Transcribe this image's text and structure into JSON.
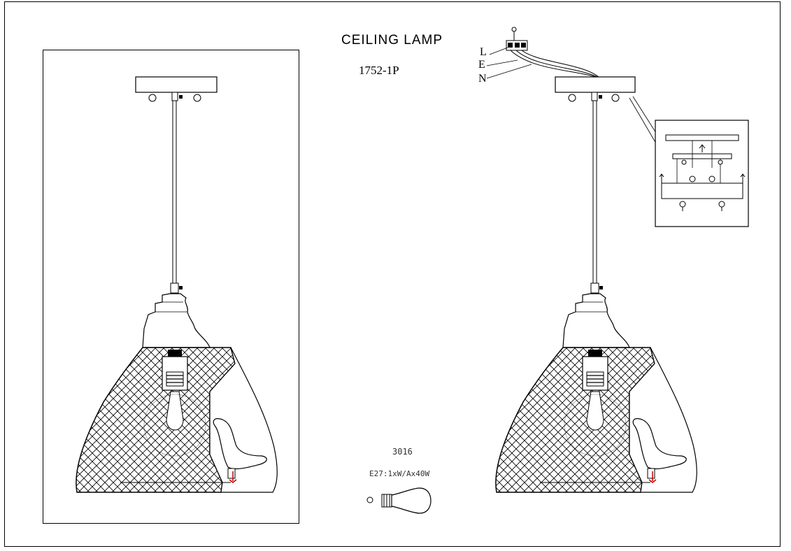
{
  "title": "CEILING LAMP",
  "model": "1752-1P",
  "wire_labels": {
    "live": "L",
    "earth": "E",
    "neutral": "N"
  },
  "bulb": {
    "code": "3016",
    "spec": "E27:1xW/Ax40W"
  },
  "colors": {
    "line": "#000000",
    "mark": "#cc0000",
    "paper": "#ffffff"
  }
}
